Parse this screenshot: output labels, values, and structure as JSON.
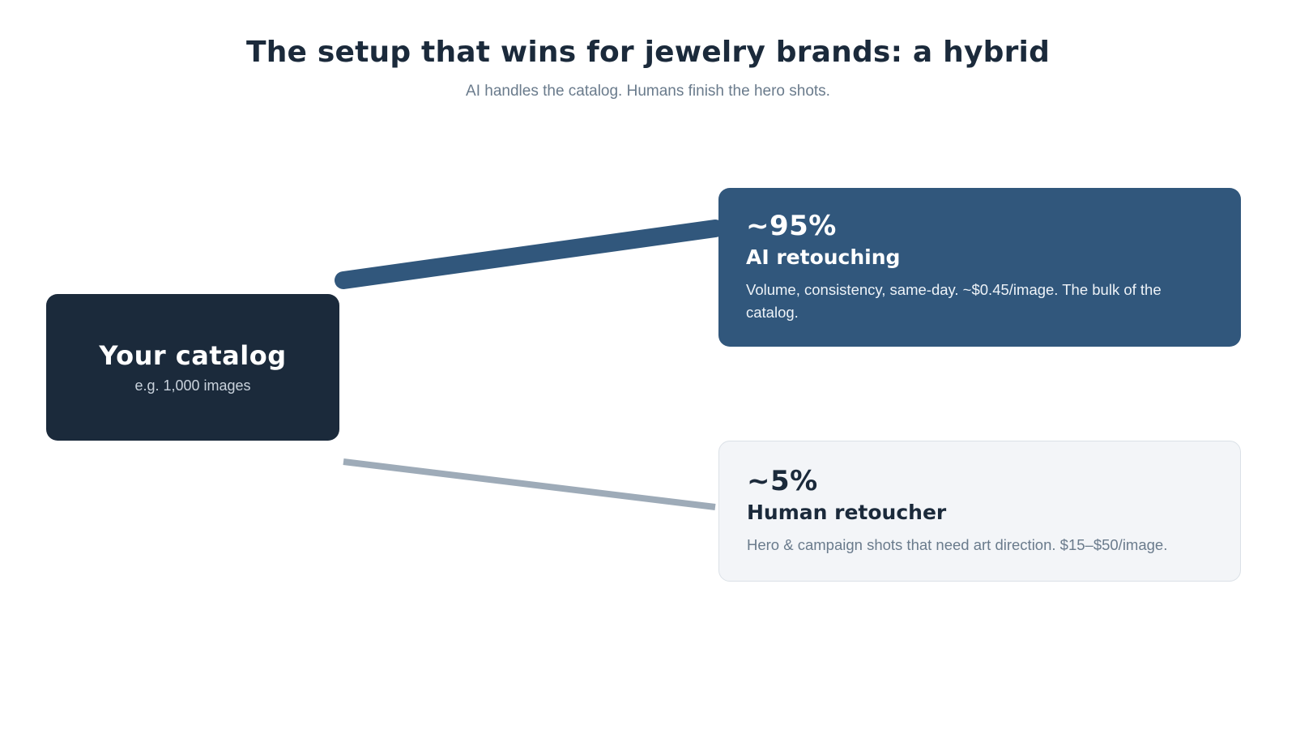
{
  "header": {
    "title": "The setup that wins for jewelry brands: a hybrid",
    "subtitle": "AI handles the catalog. Humans finish the hero shots."
  },
  "source": {
    "title": "Your catalog",
    "subtitle": "e.g. 1,000 images"
  },
  "branches": [
    {
      "share": "~95%",
      "name": "AI retouching",
      "description": "Volume, consistency, same-day. ~$0.45/image. The bulk of the catalog.",
      "color": "#31577c"
    },
    {
      "share": "~5%",
      "name": "Human retoucher",
      "description": "Hero & campaign shots that need art direction. $15–$50/image.",
      "color": "#f3f5f8"
    }
  ],
  "colors": {
    "source_box": "#1b2a3b",
    "ai_connector": "#31577c",
    "human_connector": "#9eabb8"
  }
}
